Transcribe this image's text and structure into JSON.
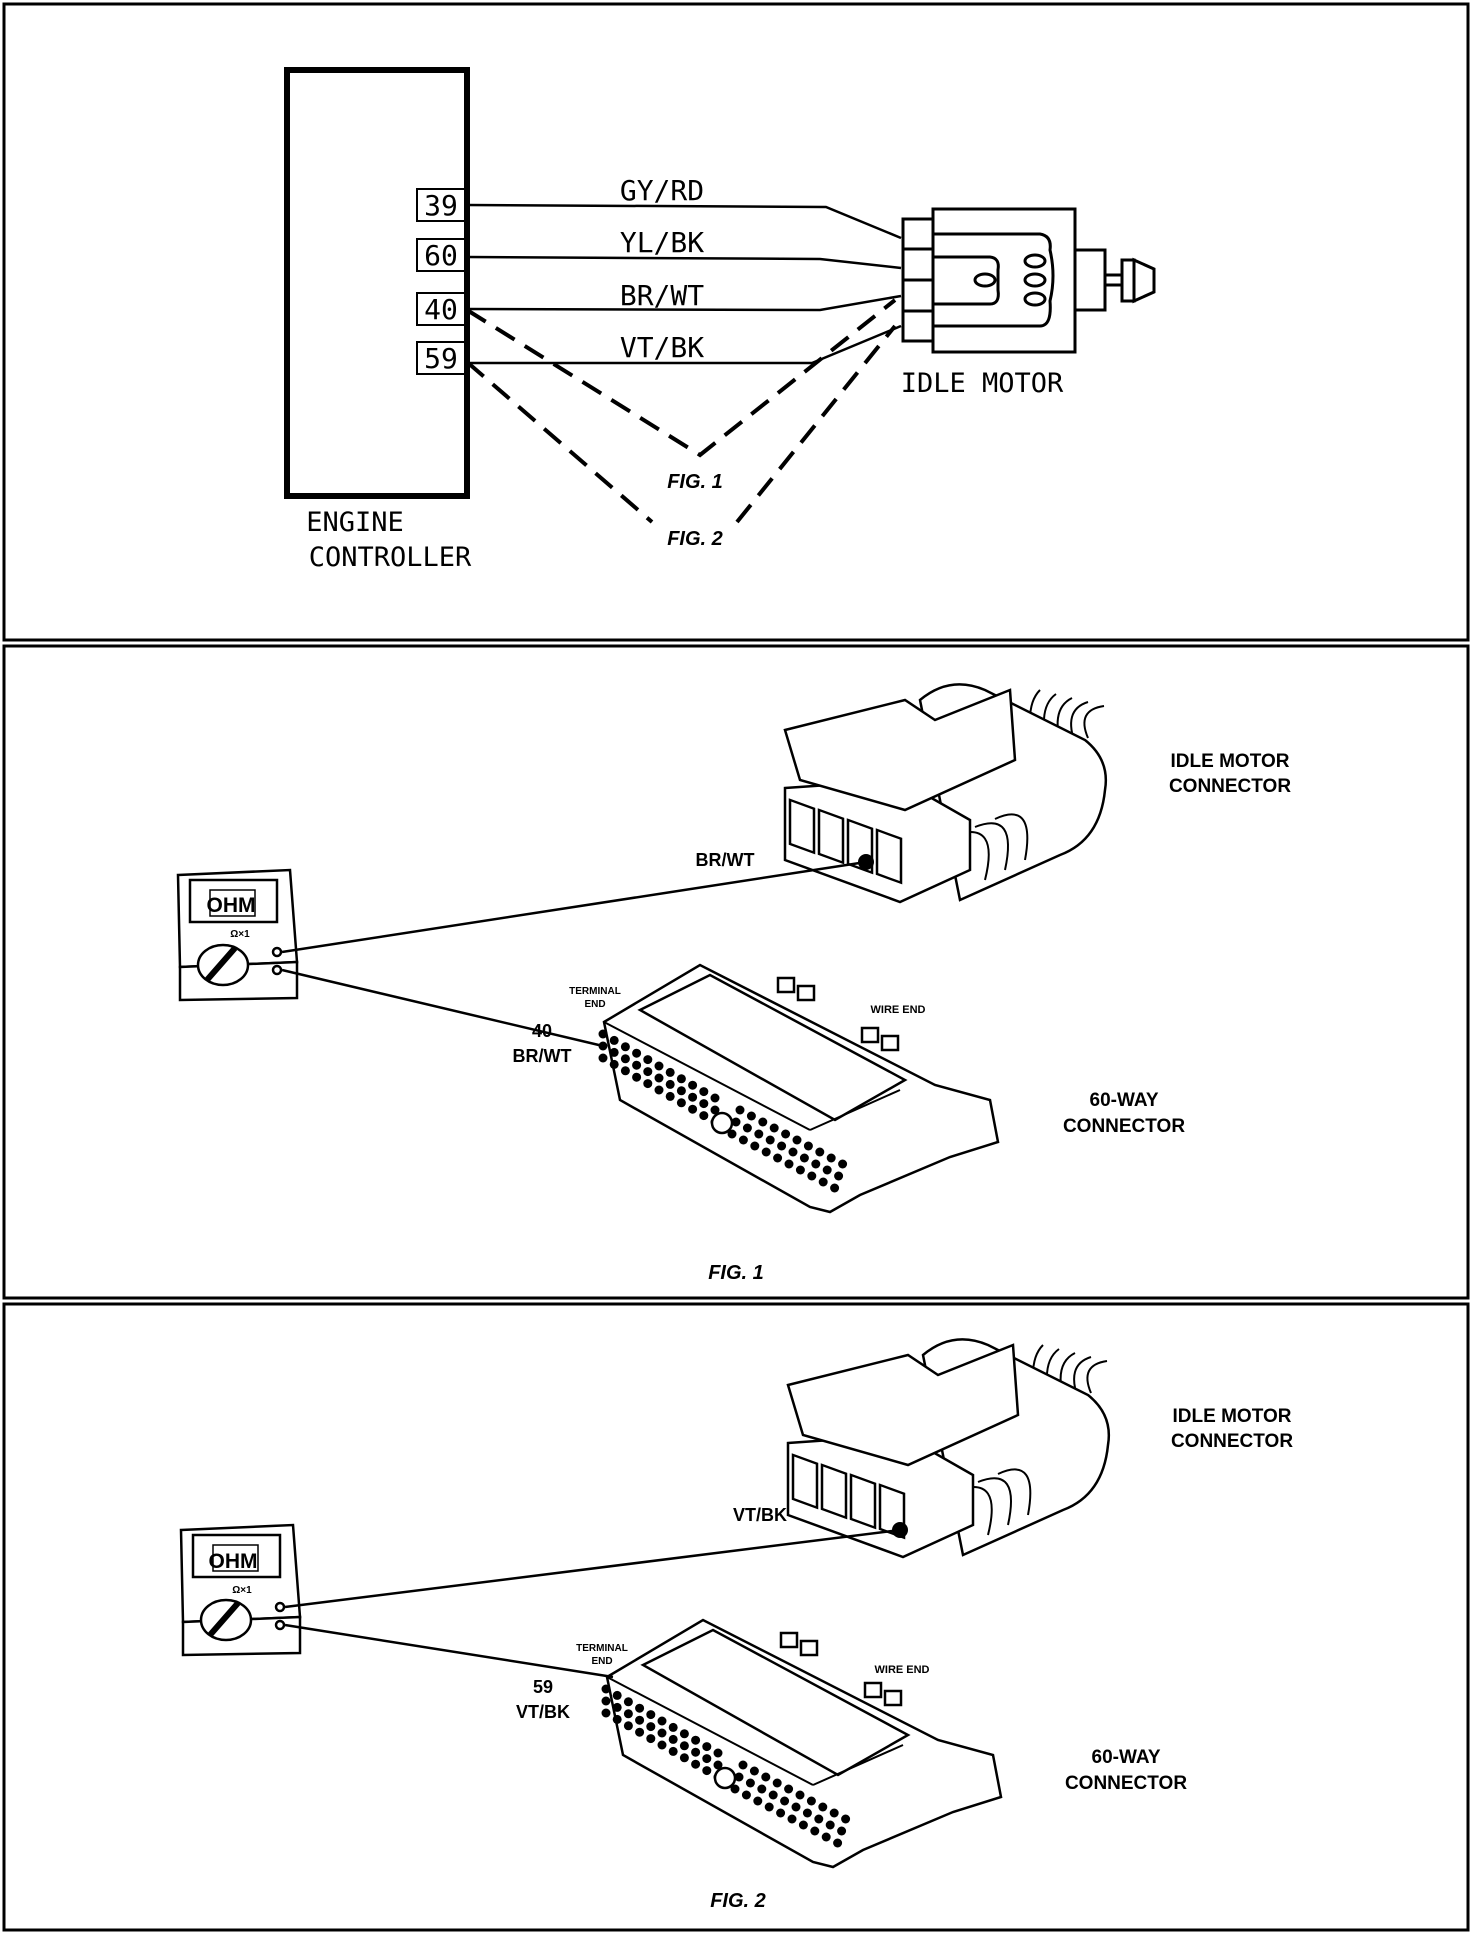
{
  "schematic": {
    "controller_label_line1": "ENGINE",
    "controller_label_line2": "CONTROLLER",
    "motor_label": "IDLE MOTOR",
    "pins": [
      {
        "number": "39",
        "wire": "GY/RD"
      },
      {
        "number": "60",
        "wire": "YL/BK"
      },
      {
        "number": "40",
        "wire": "BR/WT"
      },
      {
        "number": "59",
        "wire": "VT/BK"
      }
    ],
    "fig1_label": "FIG. 1",
    "fig2_label": "FIG. 2"
  },
  "figures": [
    {
      "caption": "FIG. 1",
      "meter_display": "OHM",
      "meter_dial_label": "Ω×1",
      "idle_connector_label_line1": "IDLE MOTOR",
      "idle_connector_label_line2": "CONNECTOR",
      "idle_wire_label": "BR/WT",
      "terminal_end_line1": "TERMINAL",
      "terminal_end_line2": "END",
      "wire_end_label": "WIRE END",
      "pin_number": "40",
      "pin_wire": "BR/WT",
      "way_connector_line1": "60-WAY",
      "way_connector_line2": "CONNECTOR"
    },
    {
      "caption": "FIG. 2",
      "meter_display": "OHM",
      "meter_dial_label": "Ω×1",
      "idle_connector_label_line1": "IDLE MOTOR",
      "idle_connector_label_line2": "CONNECTOR",
      "idle_wire_label": "VT/BK",
      "terminal_end_line1": "TERMINAL",
      "terminal_end_line2": "END",
      "wire_end_label": "WIRE END",
      "pin_number": "59",
      "pin_wire": "VT/BK",
      "way_connector_line1": "60-WAY",
      "way_connector_line2": "CONNECTOR"
    }
  ]
}
